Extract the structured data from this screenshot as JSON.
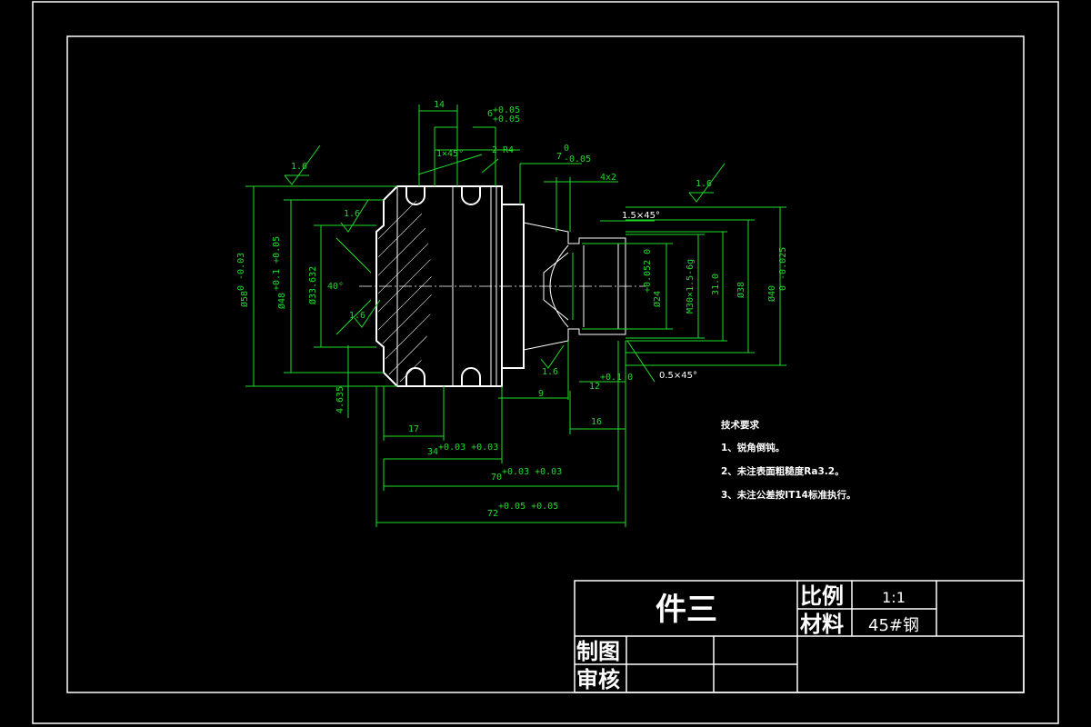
{
  "title_block": {
    "part_name": "件三",
    "scale_label": "比例",
    "scale_value": "1:1",
    "material_label": "材料",
    "material_value": "45#钢",
    "drawn_label": "制图",
    "check_label": "审核"
  },
  "tech_requirements": {
    "heading": "技术要求",
    "items": [
      "1、锐角倒钝。",
      "2、未注表面粗糙度Ra3.2。",
      "3、未注公差按IT14标准执行。"
    ]
  },
  "dimensions": {
    "d14": "14",
    "d6": "6",
    "d6_tol_up": "+0.05",
    "d6_tol_lo": "+0.05",
    "d7": "7",
    "d7_tol_up": "0",
    "d7_tol_lo": "-0.05",
    "r4": "2-R4",
    "chamfer_1x45": "1×45°",
    "groove_4x2": "4x2",
    "chamfer_15": "1.5×45°",
    "chamfer_05": "0.5×45°",
    "d58": "Ø58",
    "d58_tol": "0 -0.03",
    "d48": "Ø48",
    "d48_tol": "+0.1 +0.05",
    "d33": "Ø33.632",
    "d40": "Ø40",
    "d40_tol": "0 -0.025",
    "d24": "Ø24",
    "d24_tol": "+0.052 0",
    "m30": "M30×1.5-6g",
    "d31": "31.0",
    "d38": "Ø38",
    "d4_635": "4.635",
    "angle40": "40°",
    "d17": "17",
    "d16": "16",
    "d9": "9",
    "d12": "12",
    "d12_tol": "+0.1 0",
    "d34": "34",
    "d34_tol": "+0.03 +0.03",
    "d70": "70",
    "d70_tol": "+0.03 +0.03",
    "d72": "72",
    "d72_tol": "+0.05 +0.05",
    "rough": "1.6"
  },
  "colors": {
    "dimension": "#1fdc2a",
    "outline": "#ffffff",
    "background": "#000000"
  }
}
